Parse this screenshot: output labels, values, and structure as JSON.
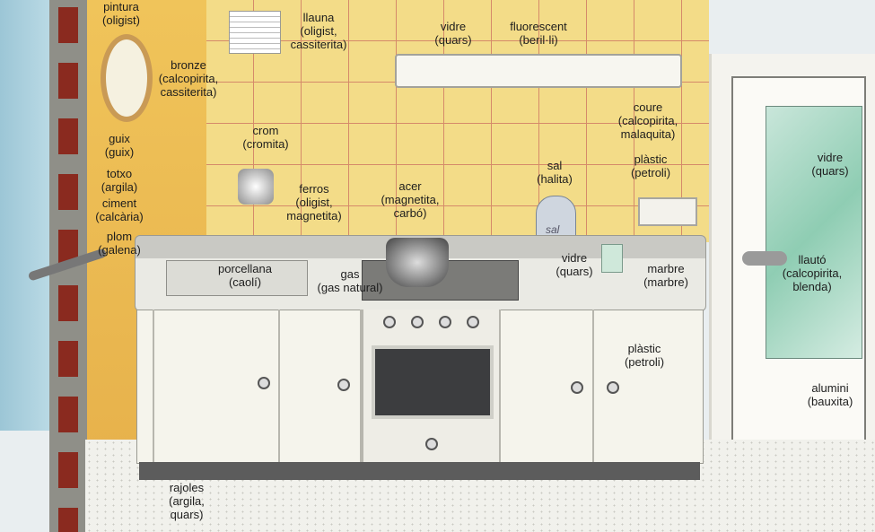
{
  "labels": [
    {
      "name": "pintura",
      "mineral": "(oligist)"
    },
    {
      "name": "llauna",
      "mineral": "(oligist,",
      "mineral2": "cassiterita)"
    },
    {
      "name": "vidre",
      "mineral": "(quars)"
    },
    {
      "name": "fluorescent",
      "mineral": "(beril·li)"
    },
    {
      "name": "bronze",
      "mineral": "(calcopirita,",
      "mineral2": "cassiterita)"
    },
    {
      "name": "coure",
      "mineral": "(calcopirita,",
      "mineral2": "malaquita)"
    },
    {
      "name": "guix",
      "mineral": "(guix)"
    },
    {
      "name": "totxo",
      "mineral": "(argila)"
    },
    {
      "name": "ciment",
      "mineral": "(calcària)"
    },
    {
      "name": "plom",
      "mineral": "(galena)"
    },
    {
      "name": "crom",
      "mineral": "(cromita)"
    },
    {
      "name": "ferros",
      "mineral": "(oligist,",
      "mineral2": "magnetita)"
    },
    {
      "name": "acer",
      "mineral": "(magnetita,",
      "mineral2": "carbó)"
    },
    {
      "name": "sal",
      "mineral": "(halita)"
    },
    {
      "name": "plàstic",
      "mineral": "(petroli)"
    },
    {
      "name": "vidre",
      "mineral": "(quars)"
    },
    {
      "name": "porcellana",
      "mineral": "(caolí)"
    },
    {
      "name": "gas",
      "mineral": "(gas natural)"
    },
    {
      "name": "vidre",
      "mineral": "(quars)"
    },
    {
      "name": "marbre",
      "mineral": "(marbre)"
    },
    {
      "name": "llautó",
      "mineral": "(calcopirita,",
      "mineral2": "blenda)"
    },
    {
      "name": "plàstic",
      "mineral": "(petroli)"
    },
    {
      "name": "alumini",
      "mineral": "(bauxita)"
    },
    {
      "name": "rajoles",
      "mineral": "(argila,",
      "mineral2": "quars)"
    }
  ],
  "salt_jar_text": "sal"
}
